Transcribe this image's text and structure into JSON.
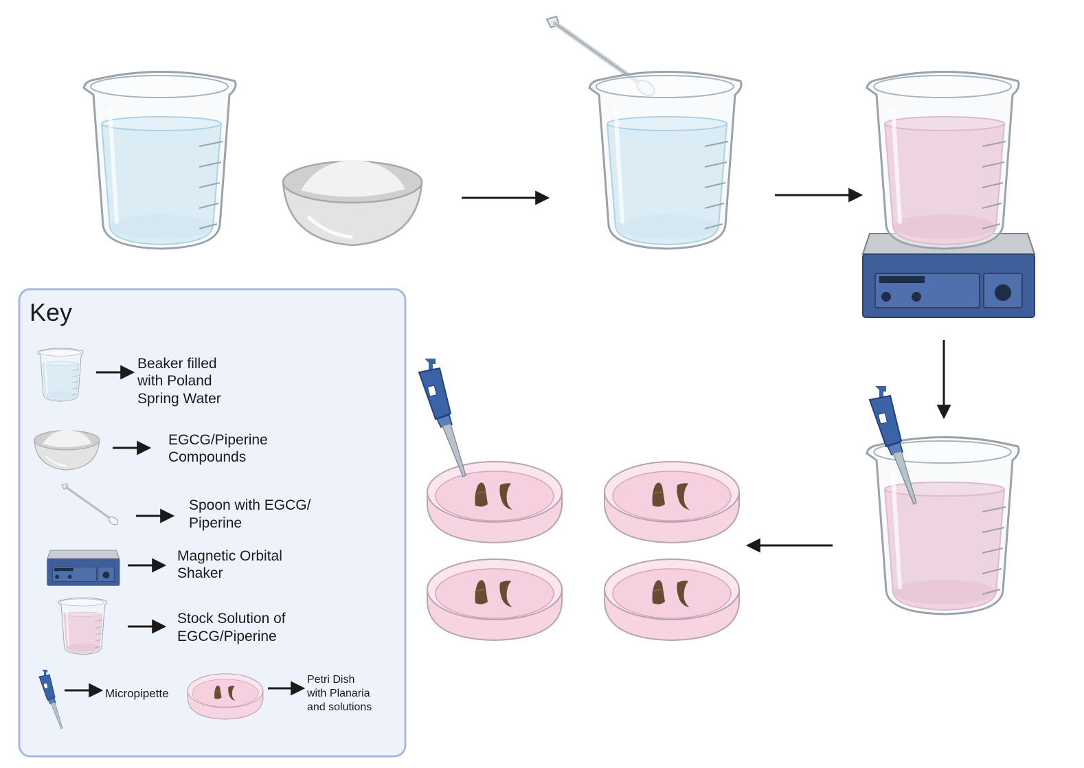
{
  "key": {
    "title": "Key",
    "beaker_water": [
      "Beaker filled",
      "with Poland",
      "Spring Water"
    ],
    "compounds": [
      "EGCG/Piperine",
      "Compounds"
    ],
    "spoon": [
      "Spoon with EGCG/",
      "Piperine"
    ],
    "shaker": [
      "Magnetic Orbital",
      "Shaker"
    ],
    "stock": [
      "Stock Solution of",
      "EGCG/Piperine"
    ],
    "micropipette": "Micropipette",
    "petri": [
      "Petri Dish",
      "with Planaria",
      "and solutions"
    ]
  },
  "colors": {
    "water": "#bfe0f2",
    "water_edge": "#5aa6cf",
    "pink": "#e9a9c4",
    "pink_edge": "#c56f98",
    "key_bg": "#eef3fb",
    "key_border": "#a7b8dd",
    "shaker": "#3f5f9a",
    "pipette": "#3a63a8"
  },
  "icons": [
    "beaker-icon",
    "bowl-icon",
    "spoon-icon",
    "shaker-icon",
    "micropipette-icon",
    "petri-dish-icon",
    "arrow-icon"
  ]
}
